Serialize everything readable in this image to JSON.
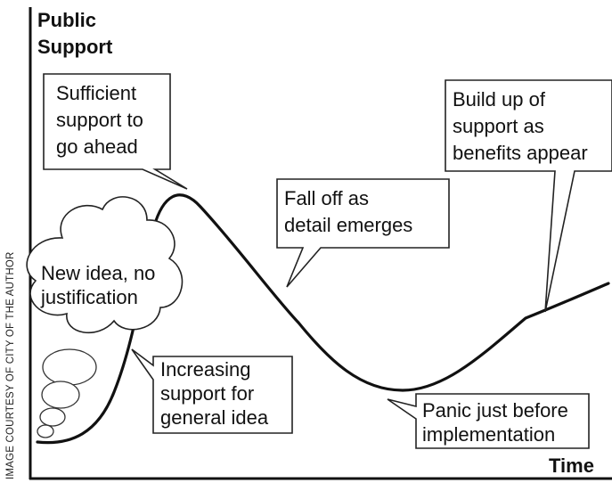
{
  "axes": {
    "y_title_line1": "Public",
    "y_title_line2": "Support",
    "x_title": "Time"
  },
  "credit": "IMAGE COURTESY OF CITY OF THE AUTHOR",
  "callouts": {
    "new_idea": [
      "New idea, no",
      "justification"
    ],
    "sufficient_support": [
      "Sufficient",
      "support to",
      "go ahead"
    ],
    "fall_off": [
      "Fall off as",
      "detail emerges"
    ],
    "build_up": [
      "Build up of",
      "support as",
      "benefits appear"
    ],
    "increasing_support": [
      "Increasing",
      "support for",
      "general idea"
    ],
    "panic": [
      "Panic just before",
      "implementation"
    ]
  },
  "colors": {
    "ink": "#111111",
    "background": "#ffffff"
  }
}
